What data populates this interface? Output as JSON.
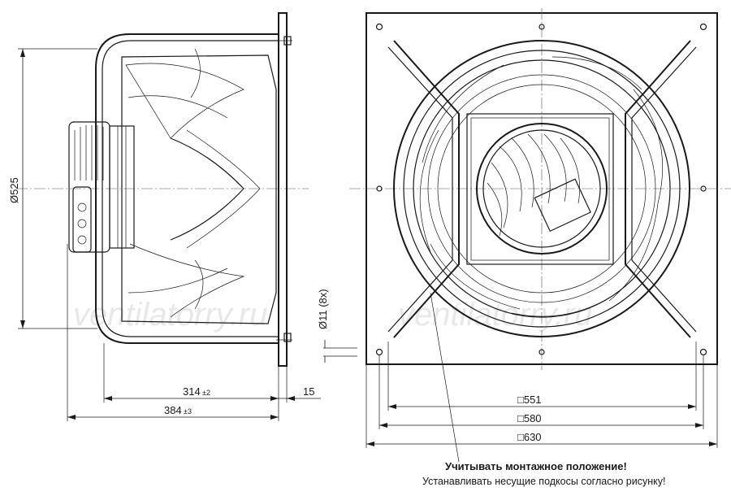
{
  "watermark": "ventilatorry.ru",
  "side_view": {
    "diameter_label": "Ø525",
    "depth_label": "314",
    "depth_tol": "±2",
    "overall_label": "384",
    "overall_tol": "±3",
    "flange_label": "15",
    "hole_label": "Ø11 (8x)"
  },
  "front_view": {
    "dim_551": "□551",
    "dim_580": "□580",
    "dim_630": "□630"
  },
  "note": {
    "title": "Учитывать монтажное положение!",
    "text": "Устанавливать несущие подкосы согласно рисунку!"
  }
}
